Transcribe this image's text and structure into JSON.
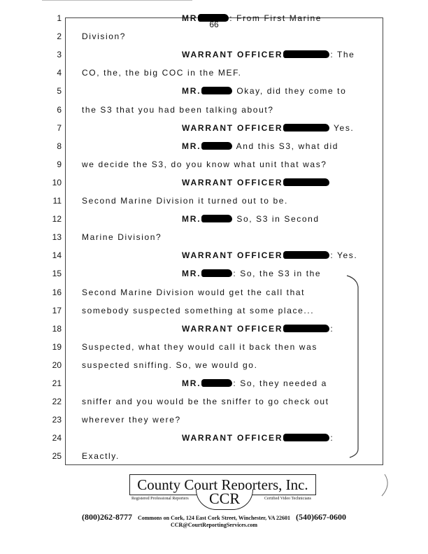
{
  "page_number": "66",
  "lines": [
    {
      "n": "1",
      "speaker": "MR",
      "redacted": true,
      "text": ": From First Marine"
    },
    {
      "n": "2",
      "text": "Division?"
    },
    {
      "n": "3",
      "speaker": "WARRANT OFFICER",
      "redacted": true,
      "text": ": The"
    },
    {
      "n": "4",
      "text": "CO, the, the big COC in the MEF."
    },
    {
      "n": "5",
      "speaker": "MR.",
      "redacted": true,
      "text": " Okay, did they come to"
    },
    {
      "n": "6",
      "text": "the S3 that you had been talking about?"
    },
    {
      "n": "7",
      "speaker": "WARRANT OFFICER",
      "redacted": true,
      "text": " Yes."
    },
    {
      "n": "8",
      "speaker": "MR.",
      "redacted": true,
      "text": " And this S3, what did"
    },
    {
      "n": "9",
      "text": "we decide the S3, do you know what unit that was?"
    },
    {
      "n": "10",
      "speaker": "WARRANT OFFICER",
      "redacted": true,
      "text": ""
    },
    {
      "n": "11",
      "text": "Second Marine Division it turned out to be."
    },
    {
      "n": "12",
      "speaker": "MR.",
      "redacted": true,
      "text": " So, S3 in Second"
    },
    {
      "n": "13",
      "text": "Marine Division?"
    },
    {
      "n": "14",
      "speaker": "WARRANT OFFICER",
      "redacted": true,
      "text": ": Yes."
    },
    {
      "n": "15",
      "speaker": "MR.",
      "redacted": true,
      "text": ": So, the S3 in the"
    },
    {
      "n": "16",
      "text": "Second Marine Division would get the call that"
    },
    {
      "n": "17",
      "text": "somebody suspected something at some place..."
    },
    {
      "n": "18",
      "speaker": "WARRANT OFFICER",
      "redacted": true,
      "text": ":"
    },
    {
      "n": "19",
      "text": "Suspected, what they would call it back then was"
    },
    {
      "n": "20",
      "text": "suspected sniffing. So, we would go."
    },
    {
      "n": "21",
      "speaker": "MR.",
      "redacted": true,
      "text": ": So, they needed a"
    },
    {
      "n": "22",
      "text": "sniffer and you would be the sniffer to go check out"
    },
    {
      "n": "23",
      "text": "wherever they were?"
    },
    {
      "n": "24",
      "speaker": "WARRANT OFFICER",
      "redacted": true,
      "text": ":"
    },
    {
      "n": "25",
      "text": "Exactly."
    }
  ],
  "footer": {
    "company": "County Court Reporters, Inc.",
    "logo_mark": "CCR",
    "tagline_left": "Registered Professional Reporters",
    "tagline_right": "Certified Video Technicians",
    "phone_left": "(800)262-8777",
    "address": "Commons on Cork, 124 East Cork Street, Winchester, VA  22601",
    "phone_right": "(540)667-0600",
    "email": "CCR@CourtReportingServices.com"
  }
}
